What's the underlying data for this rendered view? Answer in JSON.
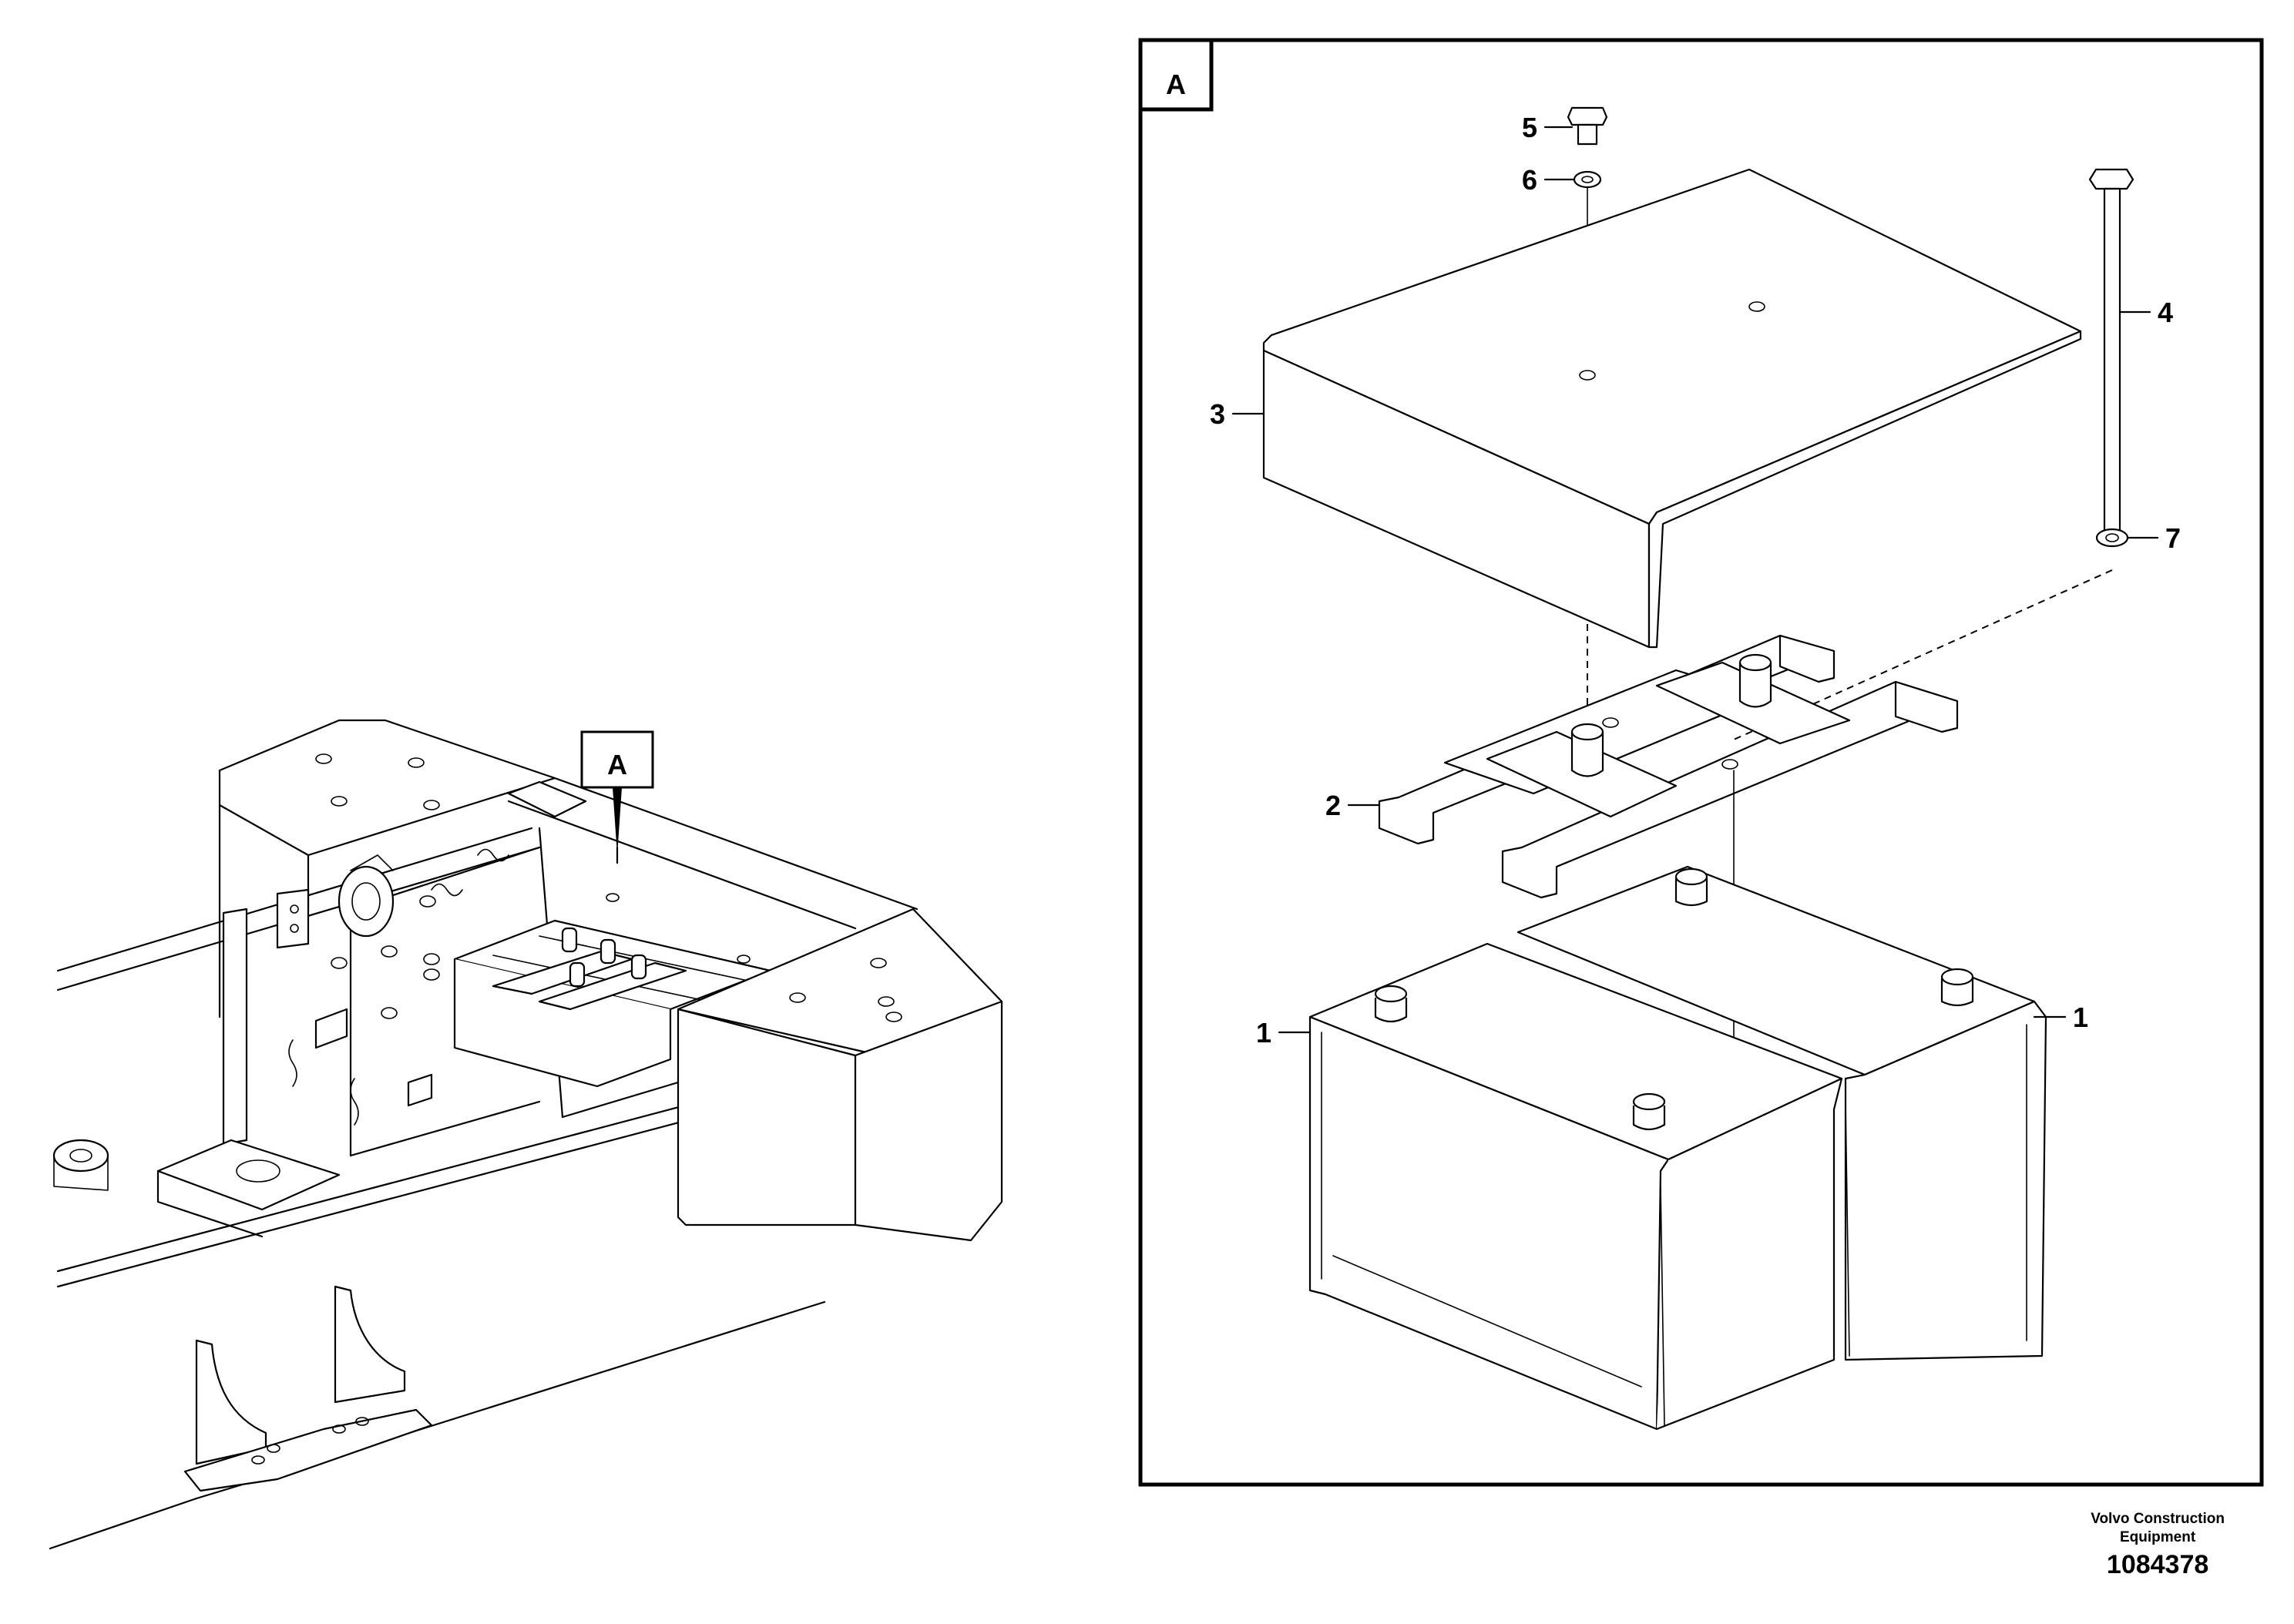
{
  "detail_label": "A",
  "overview_label": "A",
  "callouts": {
    "battery_left": "1",
    "battery_right": "1",
    "bracket": "2",
    "cover": "3",
    "long_bolt": "4",
    "bolt": "5",
    "washer": "6",
    "washer_lower": "7"
  },
  "footer": {
    "brand_line1": "Volvo Construction",
    "brand_line2": "Equipment",
    "drawing_number": "1084378"
  }
}
